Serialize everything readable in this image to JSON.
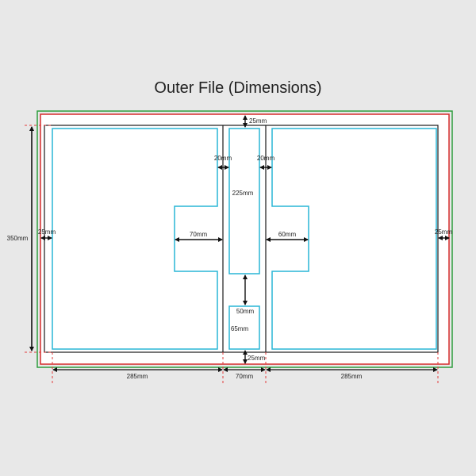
{
  "title": "Outer File (Dimensions)",
  "colors": {
    "background": "#e8e8e8",
    "panel_fill": "#ffffff",
    "bleed_line": "#2e9e3e",
    "trim_line": "#d62b2b",
    "outline": "#1a1a1a",
    "pocket_line": "#29b6d6",
    "guide_dash": "#e23b3b"
  },
  "labels": {
    "top_margin": "25mm",
    "bottom_margin": "25mm",
    "left_margin": "25mm",
    "right_margin": "25mm",
    "left_notch_gap": "20mm",
    "right_notch_gap": "20mm",
    "spine_slot_height": "225mm",
    "left_tab_width": "70mm",
    "right_tab_width": "60mm",
    "slot_gap": "50mm",
    "small_slot_height": "65mm",
    "overall_height": "350mm",
    "left_panel_width": "285mm",
    "spine_width": "70mm",
    "right_panel_width": "285mm"
  }
}
